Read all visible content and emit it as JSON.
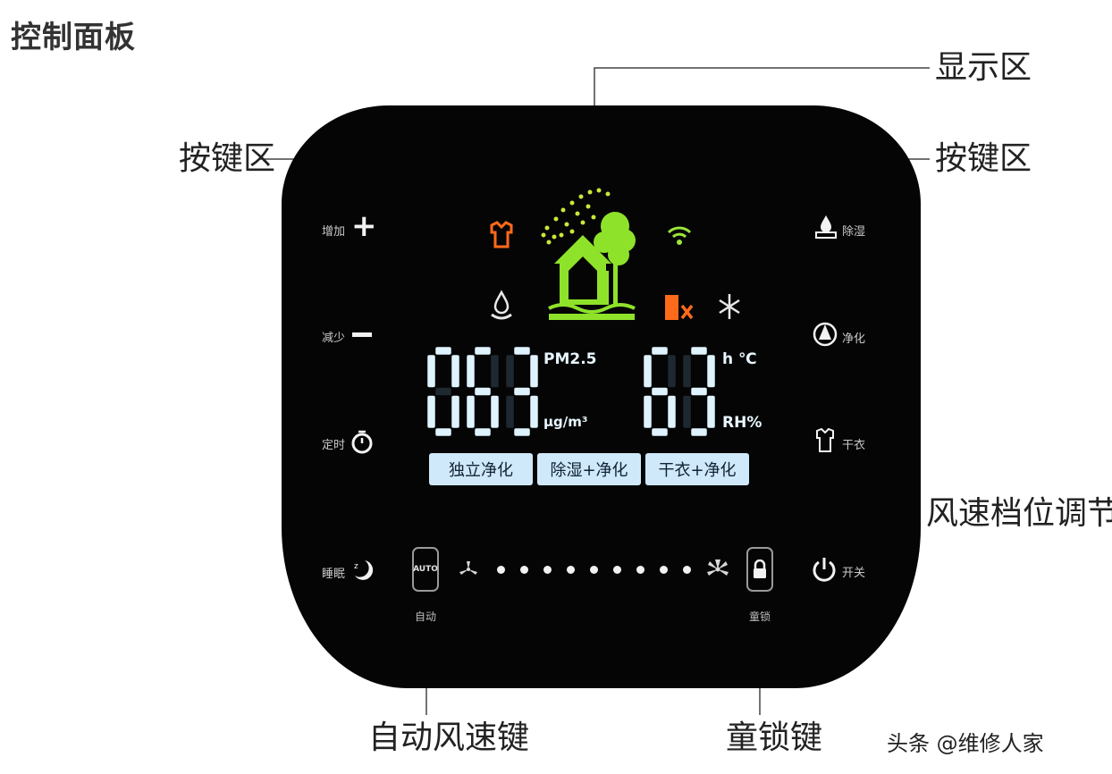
{
  "title": "控制面板",
  "callouts": {
    "display_area": "显示区",
    "keys_left": "按键区",
    "keys_right": "按键区",
    "fan_speed": "风速档位调节",
    "auto_fan_key": "自动风速键",
    "child_lock_key": "童锁键"
  },
  "left_keys": [
    {
      "label": "增加",
      "icon": "plus-icon"
    },
    {
      "label": "减少",
      "icon": "minus-icon"
    },
    {
      "label": "定时",
      "icon": "clock-icon"
    },
    {
      "label": "睡眠",
      "icon": "sleep-icon"
    }
  ],
  "right_keys": [
    {
      "label": "除湿",
      "icon": "dehumidify-icon"
    },
    {
      "label": "净化",
      "icon": "purify-icon"
    },
    {
      "label": "干衣",
      "icon": "dry-clothes-icon"
    },
    {
      "label": "开关",
      "icon": "power-icon"
    }
  ],
  "display": {
    "pm_value": "063",
    "pm_label": "PM2.5",
    "pm_unit": "μg/m³",
    "humidity_value": "63",
    "hour_unit": "h ℃",
    "humidity_unit": "RH%"
  },
  "modes": [
    "独立净化",
    "除湿+净化",
    "干衣+净化"
  ],
  "fan": {
    "level_dots": 9
  },
  "bottom": {
    "auto_label": "自动",
    "auto_button_text": "AUTO",
    "lock_label": "童锁"
  },
  "watermark": "头条 @维修人家",
  "colors": {
    "panel": "#050505",
    "segment": "#dff3ff",
    "house_green": "#8fe22a",
    "orange": "#ff6a1a",
    "wifi_green": "#9be63a",
    "mode_button": "#cfe9fa"
  }
}
